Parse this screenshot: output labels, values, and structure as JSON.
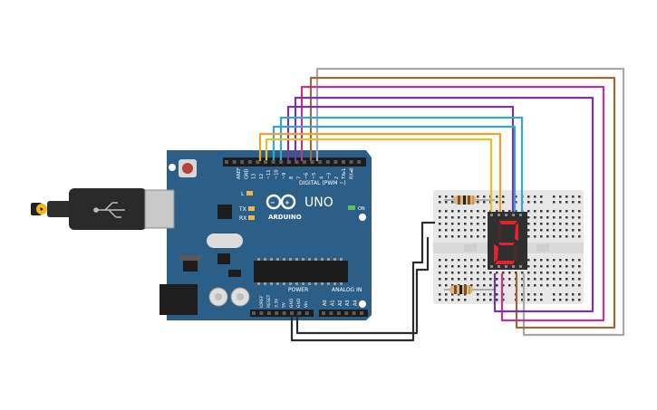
{
  "board": {
    "brand": "ARDUINO",
    "model": "UNO",
    "digital_header_label": "DIGITAL (PWM ~)",
    "power_label": "POWER",
    "analog_label": "ANALOG IN",
    "on_label": "ON",
    "l_label": "L",
    "tx_label": "TX",
    "rx_label": "RX",
    "top_pin_labels": [
      "AREF",
      "GND",
      "13",
      "12",
      "~11",
      "~10",
      "~9",
      "8",
      "7",
      "~6",
      "~5",
      "4",
      "~3",
      "2",
      "TX▸1",
      "RX◂0"
    ],
    "power_pin_labels": [
      "IOREF",
      "RESET",
      "3.3V",
      "5V",
      "GND",
      "GND",
      "Vin"
    ],
    "analog_pin_labels": [
      "A0",
      "A1",
      "A2",
      "A3",
      "A4",
      "A5"
    ]
  },
  "display": {
    "digit": "2"
  },
  "colors": {
    "board": "#2c5f88",
    "breadboard": "#e7e7e7",
    "segment_on": "#e8202e",
    "wire_orange": "#f0a22a",
    "wire_yellow": "#e6c220",
    "wire_cyan": "#33a6d3",
    "wire_purple": "#7b34a8",
    "wire_magenta": "#c4348e",
    "wire_brown": "#9b6c35",
    "wire_gray": "#a8a8a8",
    "wire_black": "#2b2b2b"
  }
}
